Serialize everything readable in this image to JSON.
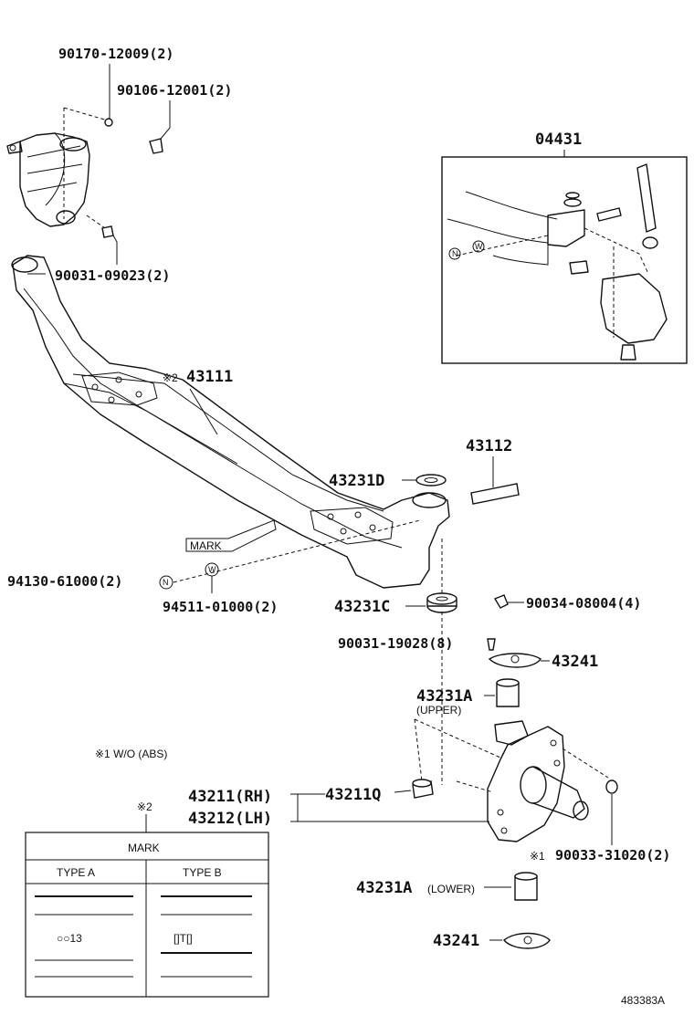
{
  "labels": {
    "p90170": "90170-12009(2)",
    "p90106": "90106-12001(2)",
    "p90031_09023": "90031-09023(2)",
    "p04431": "04431",
    "p43111_mark": "※2",
    "p43111": "43111",
    "p43112": "43112",
    "p43231D": "43231D",
    "mark_tag": "MARK",
    "p94130": "94130-61000(2)",
    "p94511": "94511-01000(2)",
    "p43231C": "43231C",
    "p90034": "90034-08004(4)",
    "p90031_19028": "90031-19028(8)",
    "p43241_upper": "43241",
    "p43231A_upper": "43231A",
    "upper_note": "(UPPER)",
    "note_wo_abs": "※1 W/O (ABS)",
    "p43211": "43211(RH)",
    "p43212": "43212(LH)",
    "p43211Q": "43211Q",
    "p90033_mark": "※1",
    "p90033": "90033-31020(2)",
    "table_mark": "※2",
    "p43231A_lower": "43231A",
    "lower_note": "(LOWER)",
    "p43241_lower": "43241",
    "drawing_number": "483383A"
  },
  "callouts": {
    "nut_symbol": "N",
    "washer_symbol": "W"
  },
  "mark_table": {
    "title": "MARK",
    "columns": [
      "TYPE A",
      "TYPE B"
    ],
    "type_a_mark": "○○13",
    "type_b_mark": "[]T[]"
  }
}
